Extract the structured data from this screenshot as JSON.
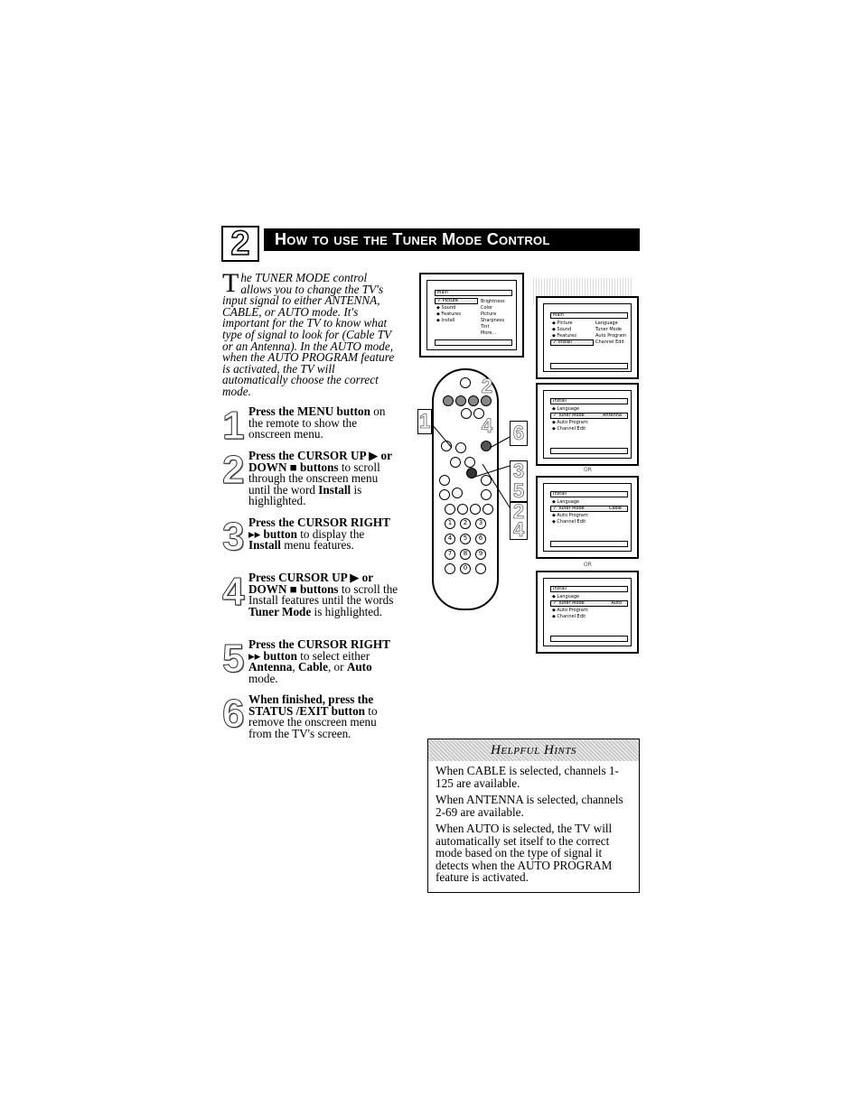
{
  "header": {
    "number": "2",
    "title": "How to use the Tuner Mode Control"
  },
  "intro": {
    "drop_cap": "T",
    "text": "he TUNER MODE control allows you to change the TV's input signal to either ANTENNA, CABLE, or AUTO mode. It's important for the TV to know what type of signal to look for (Cable TV or an Antenna). In the AUTO mode, when the AUTO PROGRAM feature is activated, the TV will automatically choose the correct mode."
  },
  "steps": [
    {
      "num": "1",
      "parts": [
        [
          "b",
          "Press the MENU button"
        ],
        [
          "t",
          " on the remote to show the onscreen menu."
        ]
      ]
    },
    {
      "num": "2",
      "parts": [
        [
          "b",
          "Press the CURSOR UP ▶ or DOWN ■ buttons"
        ],
        [
          "t",
          " to scroll through the onscreen menu until the word "
        ],
        [
          "b",
          "Install"
        ],
        [
          "t",
          " is highlighted."
        ]
      ]
    },
    {
      "num": "3",
      "parts": [
        [
          "b",
          "Press the CURSOR RIGHT ▸▸ button"
        ],
        [
          "t",
          " to display the "
        ],
        [
          "b",
          "Install"
        ],
        [
          "t",
          " menu features."
        ]
      ]
    },
    {
      "num": "4",
      "parts": [
        [
          "b",
          "Press CURSOR UP ▶ or DOWN ■ buttons"
        ],
        [
          "t",
          " to scroll the Install features until the words "
        ],
        [
          "b",
          "Tuner Mode"
        ],
        [
          "t",
          " is highlighted."
        ]
      ]
    },
    {
      "num": "5",
      "parts": [
        [
          "b",
          "Press the CURSOR RIGHT ▸▸ button"
        ],
        [
          "t",
          " to select either "
        ],
        [
          "b",
          "Antenna"
        ],
        [
          "t",
          ", "
        ],
        [
          "b",
          "Cable"
        ],
        [
          "t",
          ", or "
        ],
        [
          "b",
          "Auto"
        ],
        [
          "t",
          " mode."
        ]
      ]
    },
    {
      "num": "6",
      "parts": [
        [
          "b",
          "When finished, press the STATUS /EXIT button"
        ],
        [
          "t",
          " to remove the onscreen menu from the TV's screen."
        ]
      ]
    }
  ],
  "screens": {
    "main1": {
      "title": "Main",
      "items": [
        "✓ Picture",
        "◆ Sound",
        "◆ Features",
        "◆ Install"
      ],
      "right": [
        "Brightness",
        "Color",
        "Picture",
        "Sharpness",
        "Tint",
        "More..."
      ]
    },
    "main2": {
      "title": "Main",
      "items": [
        "◆ Picture",
        "◆ Sound",
        "◆ Features",
        "✓ Install"
      ],
      "right": [
        "Language",
        "Tuner Mode",
        "Auto Program",
        "Channel Edit"
      ]
    },
    "install_antenna": {
      "title": "Install",
      "items": [
        "◆ Language",
        "✓ Tuner Mode",
        "◆ Auto Program",
        "◆ Channel Edit"
      ],
      "value": "Antenna"
    },
    "install_cable": {
      "title": "Install",
      "items": [
        "◆ Language",
        "✓ Tuner Mode",
        "◆ Auto Program",
        "◆ Channel Edit"
      ],
      "value": "Cable"
    },
    "install_auto": {
      "title": "Install",
      "items": [
        "◆ Language",
        "✓ Tuner Mode",
        "◆ Auto Program",
        "◆ Channel Edit"
      ],
      "value": "Auto"
    },
    "or_label": "OR"
  },
  "remote": {
    "callouts": [
      "1",
      "2",
      "4",
      "6",
      "3",
      "5",
      "2",
      "4"
    ],
    "keypad": [
      "1",
      "2",
      "3",
      "4",
      "5",
      "6",
      "7",
      "8",
      "9",
      "0"
    ]
  },
  "hints": {
    "title": "Helpful Hints",
    "items": [
      "When CABLE is selected, channels 1-125 are available.",
      "When ANTENNA is selected, channels 2-69 are available.",
      "When AUTO is selected, the TV will automatically set itself to the correct mode based on the type of signal it detects when the AUTO PROGRAM feature is activated."
    ]
  }
}
